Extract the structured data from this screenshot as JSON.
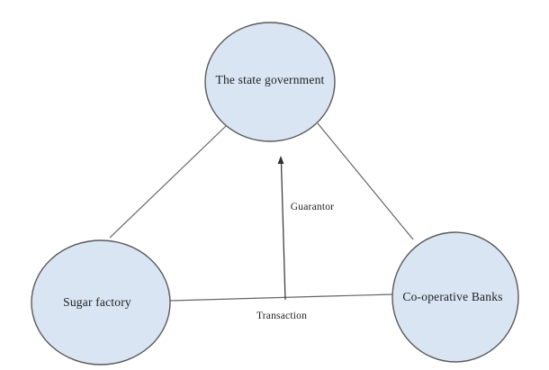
{
  "diagram": {
    "nodes": [
      {
        "id": "state-government",
        "label": "The state government"
      },
      {
        "id": "sugar-factory",
        "label": "Sugar factory"
      },
      {
        "id": "cooperative-banks",
        "label": "Co-operative Banks"
      }
    ],
    "edge_labels": {
      "guarantor": "Guarantor",
      "transaction": "Transaction"
    },
    "colors": {
      "node_fill": "#d9e5f3",
      "node_border": "#595959",
      "line": "#666666",
      "arrow": "#333333",
      "text": "#212121",
      "background": "#ffffff"
    }
  }
}
